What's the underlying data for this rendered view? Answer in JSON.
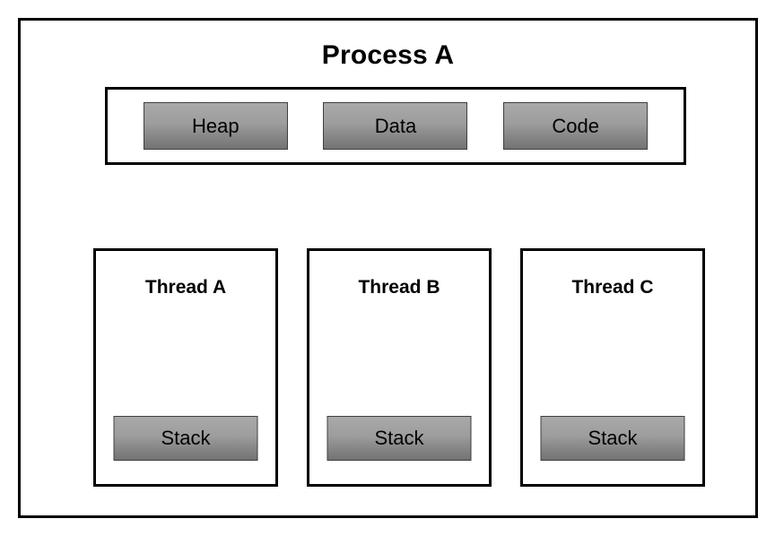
{
  "diagram": {
    "title": "Process A",
    "type": "process-thread-memory-model",
    "memory_region": {
      "name": "shared-memory-segments",
      "segments": [
        {
          "label": "Heap"
        },
        {
          "label": "Data"
        },
        {
          "label": "Code"
        }
      ]
    },
    "threads": [
      {
        "label": "Thread A",
        "stack_label": "Stack"
      },
      {
        "label": "Thread B",
        "stack_label": "Stack"
      },
      {
        "label": "Thread C",
        "stack_label": "Stack"
      }
    ]
  },
  "colors": {
    "background": "#ffffff",
    "border": "#000000",
    "block_border": "#3f3f3f",
    "block_gradient_top": "#a9a9a9",
    "block_gradient_bottom": "#737373",
    "text": "#000000"
  }
}
